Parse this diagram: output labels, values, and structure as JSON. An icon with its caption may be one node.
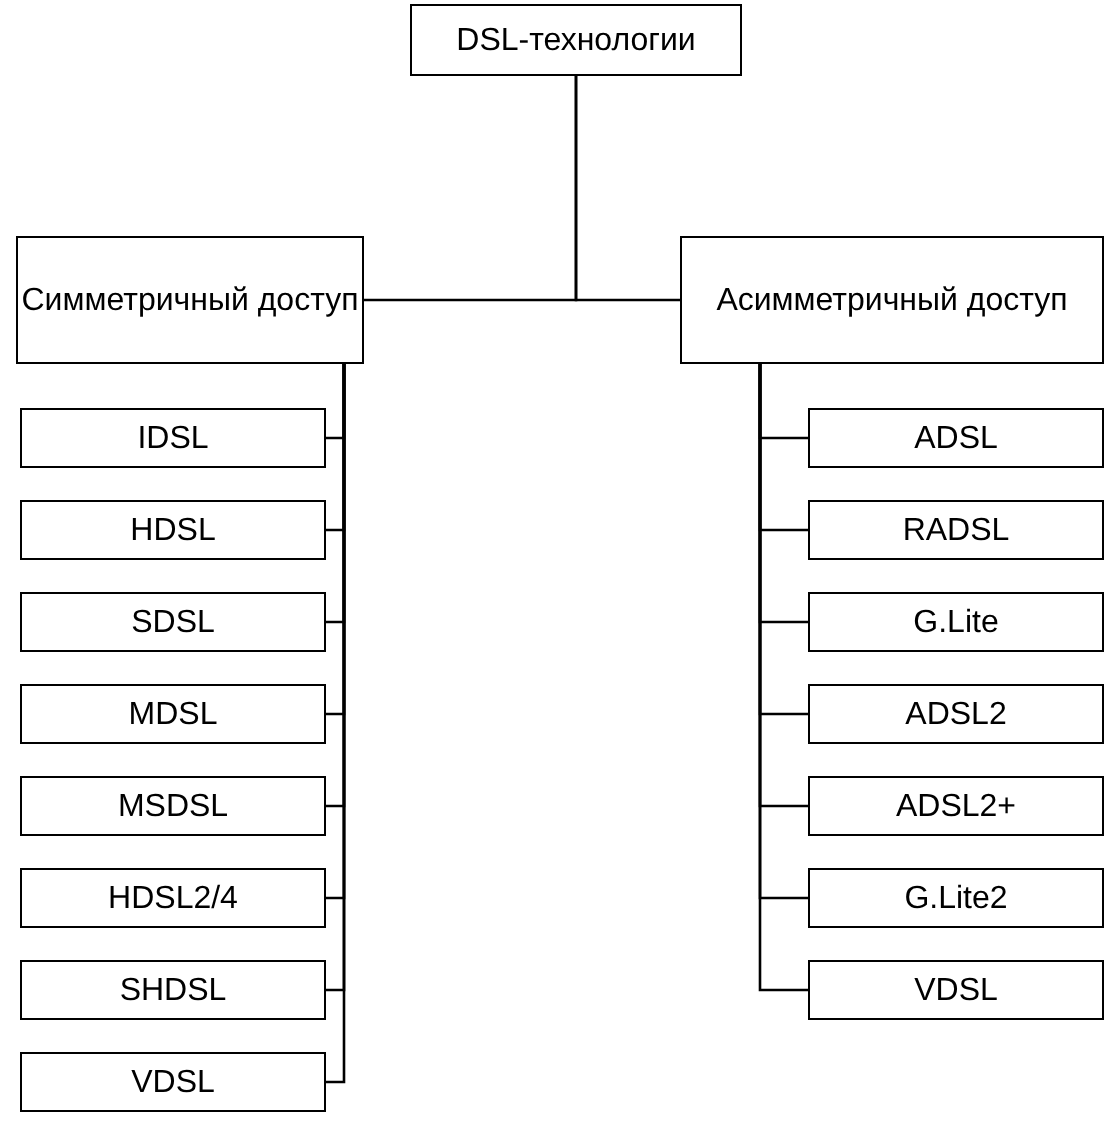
{
  "diagram": {
    "nodes": [
      {
        "text": [
          "DSL-технологии"
        ]
      },
      {
        "text": [
          "Симметричный доступ"
        ]
      },
      {
        "text": [
          "Асимметричный доступ"
        ]
      },
      {
        "text": [
          "IDSL"
        ]
      },
      {
        "text": [
          "HDSL"
        ]
      },
      {
        "text": [
          "SDSL"
        ]
      },
      {
        "text": [
          "MDSL"
        ]
      },
      {
        "text": [
          "MSDSL"
        ]
      },
      {
        "text": [
          "HDSL2/4"
        ]
      },
      {
        "text": [
          "SHDSL"
        ]
      },
      {
        "text": [
          "VDSL"
        ]
      },
      {
        "text": [
          "ADSL"
        ]
      },
      {
        "text": [
          "RADSL"
        ]
      },
      {
        "text": [
          "G.Lite"
        ]
      },
      {
        "text": [
          "ADSL2"
        ]
      },
      {
        "text": [
          "ADSL2+"
        ]
      },
      {
        "text": [
          "G.Lite2"
        ]
      },
      {
        "text": [
          "VDSL"
        ]
      }
    ],
    "edges": [
      {
        "from": 0,
        "to": 1,
        "arrow": "none"
      },
      {
        "from": 0,
        "to": 2,
        "arrow": "none"
      },
      {
        "from": 1,
        "to": 3,
        "arrow": "none"
      },
      {
        "from": 1,
        "to": 4,
        "arrow": "none"
      },
      {
        "from": 1,
        "to": 5,
        "arrow": "none"
      },
      {
        "from": 1,
        "to": 6,
        "arrow": "none"
      },
      {
        "from": 1,
        "to": 7,
        "arrow": "none"
      },
      {
        "from": 1,
        "to": 8,
        "arrow": "none"
      },
      {
        "from": 1,
        "to": 9,
        "arrow": "none"
      },
      {
        "from": 1,
        "to": 10,
        "arrow": "none"
      },
      {
        "from": 2,
        "to": 11,
        "arrow": "none"
      },
      {
        "from": 2,
        "to": 12,
        "arrow": "none"
      },
      {
        "from": 2,
        "to": 13,
        "arrow": "none"
      },
      {
        "from": 2,
        "to": 14,
        "arrow": "none"
      },
      {
        "from": 2,
        "to": 15,
        "arrow": "none"
      },
      {
        "from": 2,
        "to": 16,
        "arrow": "none"
      },
      {
        "from": 2,
        "to": 17,
        "arrow": "none"
      }
    ]
  }
}
